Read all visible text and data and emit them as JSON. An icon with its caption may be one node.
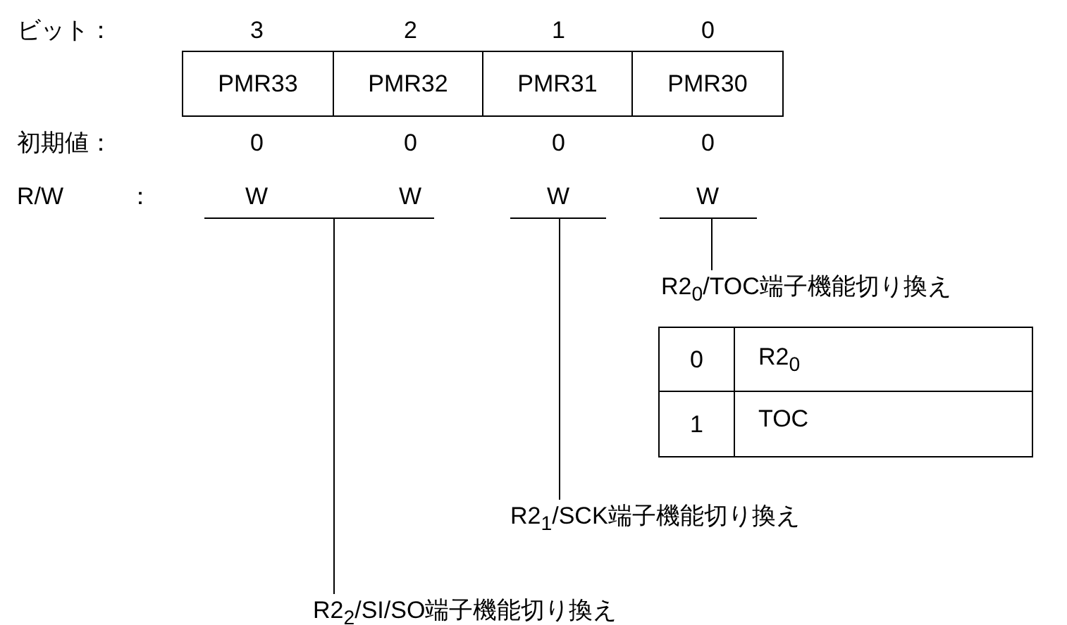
{
  "diagram": {
    "nodes": [
      {
        "text": [
          "PMR33"
        ]
      },
      {
        "text": [
          "PMR32"
        ]
      },
      {
        "text": [
          "PMR31"
        ]
      },
      {
        "text": [
          "PMR30"
        ]
      },
      {
        "text": [
          "R2$_{0}$/TOC端子機能切り換え"
        ]
      },
      {
        "text": [
          "R2$_{1}$/SCK端子機能切り換え"
        ]
      },
      {
        "text": [
          "R2$_{2}$/SI/SO端子機能切り換え"
        ]
      }
    ],
    "edges": [
      {
        "from": 4,
        "to": null,
        "arrow": "none"
      },
      {
        "from": 5,
        "to": null,
        "arrow": "none"
      },
      {
        "from": 6,
        "to": null,
        "arrow": "none"
      }
    ],
    "labels": [
      "ビット：",
      "3",
      "2",
      "1",
      "0",
      "初期値：",
      "0",
      "0",
      "0",
      "0",
      "R/W",
      "：",
      "W",
      "W",
      "W",
      "W",
      "0",
      "R2$_{0}$",
      "1",
      "TOC"
    ]
  }
}
